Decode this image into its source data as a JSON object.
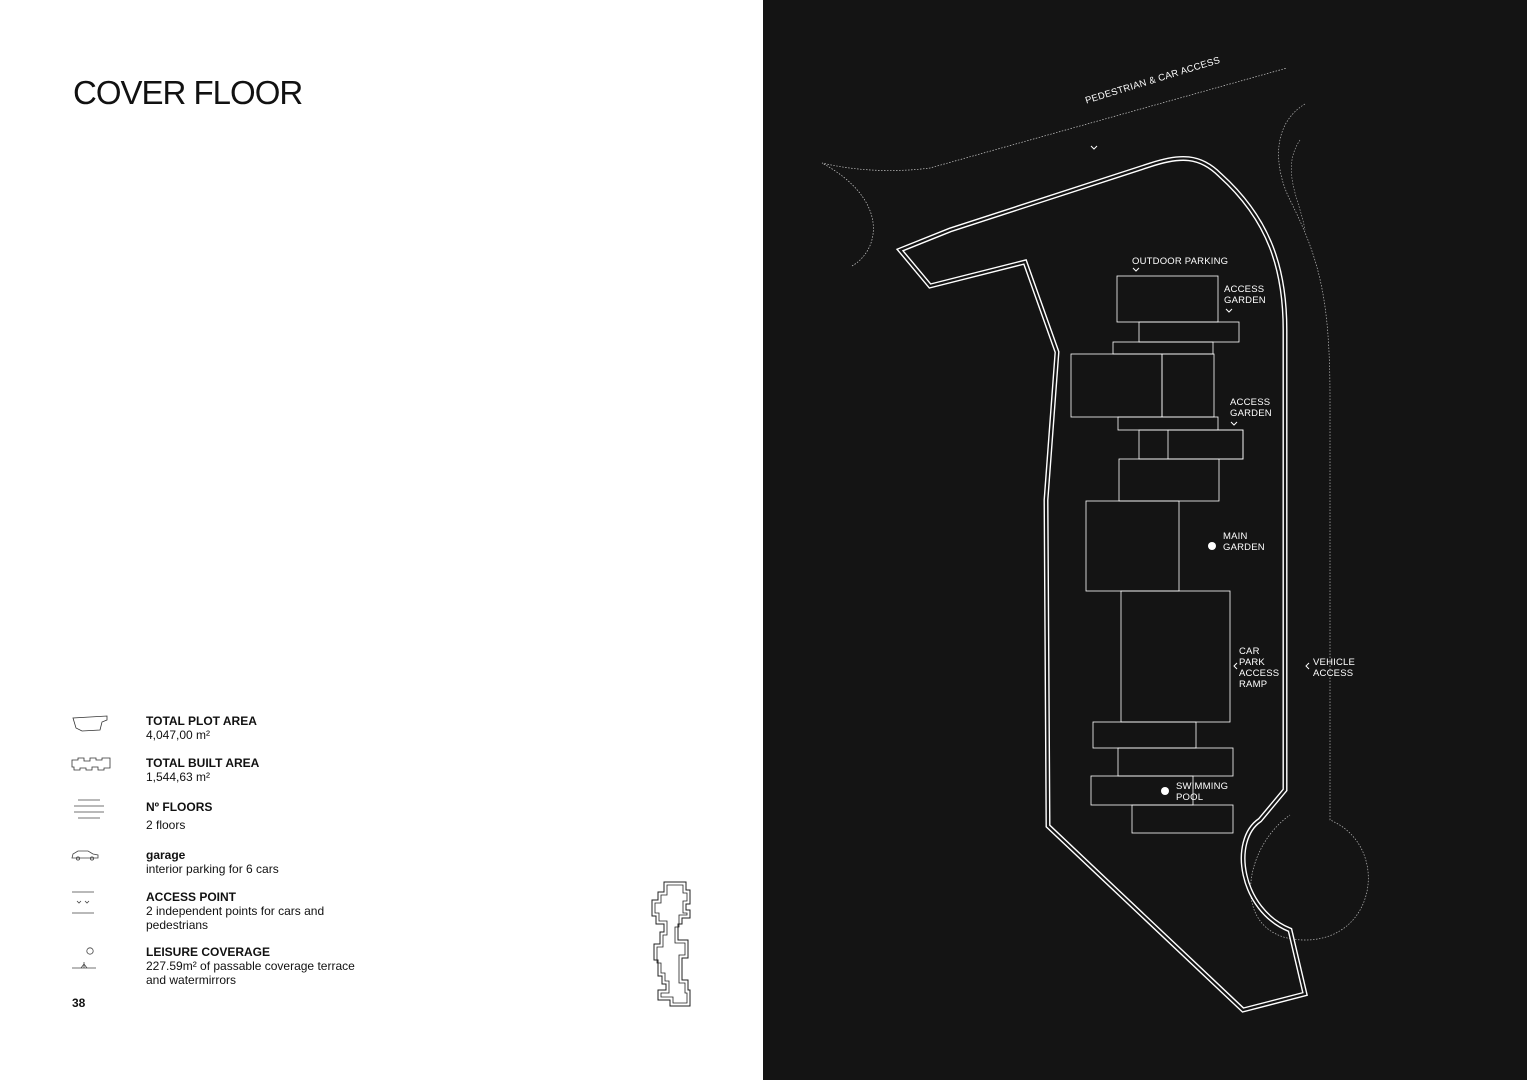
{
  "title": "COVER FLOOR",
  "page_number": "38",
  "stats": [
    {
      "icon": "plot-outline-icon",
      "label": "TOTAL PLOT AREA",
      "value": "4,047,00 m²"
    },
    {
      "icon": "built-outline-icon",
      "label": "TOTAL BUILT AREA",
      "value": "1,544,63 m²"
    },
    {
      "icon": "floors-lines-icon",
      "label": "Nº FLOORS",
      "value": "2 floors"
    },
    {
      "icon": "car-icon",
      "label": "garage",
      "value": "interior parking for 6 cars"
    },
    {
      "icon": "access-point-icon",
      "label": "ACCESS POINT",
      "value": "2 independent points for cars and pedestrians"
    },
    {
      "icon": "leisure-icon",
      "label": "LEISURE COVERAGE",
      "value": "227.59m² of passable coverage terrace and watermirrors"
    }
  ],
  "plan_labels": {
    "pedestrian_access": "PEDESTRIAN & CAR ACCESS",
    "outdoor_parking": "OUTDOOR PARKING",
    "access_garden_1": "ACCESS GARDEN",
    "access_garden_2": "ACCESS GARDEN",
    "main_garden": "MAIN GARDEN",
    "car_park_ramp": "CAR PARK ACCESS RAMP",
    "vehicle_access": "VEHICLE ACCESS",
    "swimming_pool": "SWIMMING POOL"
  },
  "colors": {
    "dark_panel": "#141414",
    "line": "#ffffff",
    "text": "#111111"
  }
}
